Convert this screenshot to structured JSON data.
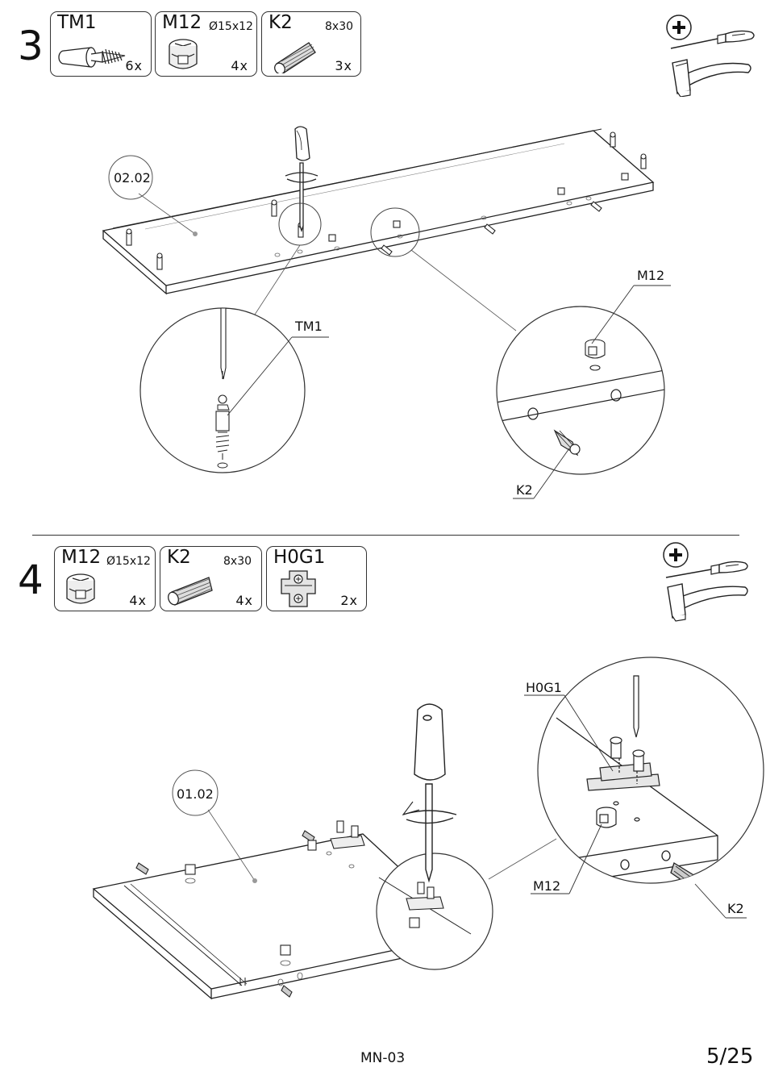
{
  "step3": {
    "number": "3",
    "parts": [
      {
        "code": "TM1",
        "dim": "",
        "qty": "6x",
        "icon": "cam-bolt-icon"
      },
      {
        "code": "M12",
        "dim": "Ø15x12",
        "qty": "4x",
        "icon": "cam-lock-icon"
      },
      {
        "code": "K2",
        "dim": "8x30",
        "qty": "3x",
        "icon": "wooden-dowel-icon"
      }
    ],
    "panel_label": "02.02",
    "callout_left_label": "TM1",
    "callout_right_top_label": "M12",
    "callout_right_bottom_label": "K2"
  },
  "step4": {
    "number": "4",
    "parts": [
      {
        "code": "M12",
        "dim": "Ø15x12",
        "qty": "4x",
        "icon": "cam-lock-icon"
      },
      {
        "code": "K2",
        "dim": "8x30",
        "qty": "4x",
        "icon": "wooden-dowel-icon"
      },
      {
        "code": "H0G1",
        "dim": "",
        "qty": "2x",
        "icon": "hinge-plate-icon"
      }
    ],
    "panel_label": "01.02",
    "callout_hinge_label": "H0G1",
    "callout_cam_label": "M12",
    "callout_dowel_label": "K2"
  },
  "tools": {
    "plus_symbol": "+",
    "items": [
      "phillips-screwdriver-icon",
      "hammer-icon"
    ]
  },
  "footer": {
    "model_code": "MN-03",
    "page": "5/25"
  }
}
